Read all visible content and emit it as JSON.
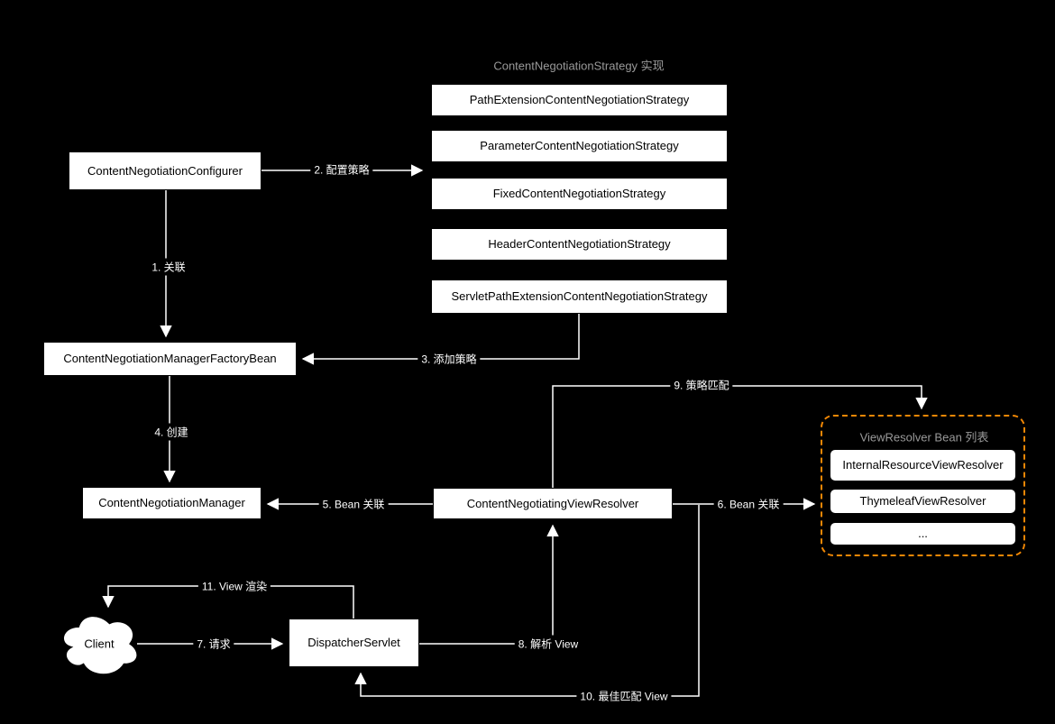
{
  "diagram": {
    "strategy_group": {
      "title": "ContentNegotiationStrategy 实现",
      "strategies": [
        "PathExtensionContentNegotiationStrategy",
        "ParameterContentNegotiationStrategy",
        "FixedContentNegotiationStrategy",
        "HeaderContentNegotiationStrategy",
        "ServletPathExtensionContentNegotiationStrategy"
      ]
    },
    "nodes": {
      "configurer": "ContentNegotiationConfigurer",
      "factory_bean": "ContentNegotiationManagerFactoryBean",
      "manager": "ContentNegotiationManager",
      "negotiating_view_resolver": "ContentNegotiatingViewResolver",
      "dispatcher_servlet": "DispatcherServlet",
      "client": "Client"
    },
    "view_resolver_list": {
      "title": "ViewResolver Bean 列表",
      "items": [
        "InternalResourceViewResolver",
        "ThymeleafViewResolver",
        "..."
      ]
    },
    "edges": {
      "e1": "1. 关联",
      "e2": "2. 配置策略",
      "e3": "3. 添加策略",
      "e4": "4. 创建",
      "e5": "5. Bean 关联",
      "e6": "6. Bean 关联",
      "e7": "7. 请求",
      "e8": "8. 解析 View",
      "e9": "9. 策略匹配",
      "e10": "10. 最佳匹配 View",
      "e11": "11. View 渲染"
    },
    "colors": {
      "background": "#000000",
      "box_fill": "#ffffff",
      "box_text": "#000000",
      "connector": "#ffffff",
      "muted_title": "#999999",
      "dashed_border": "#f08705"
    }
  }
}
